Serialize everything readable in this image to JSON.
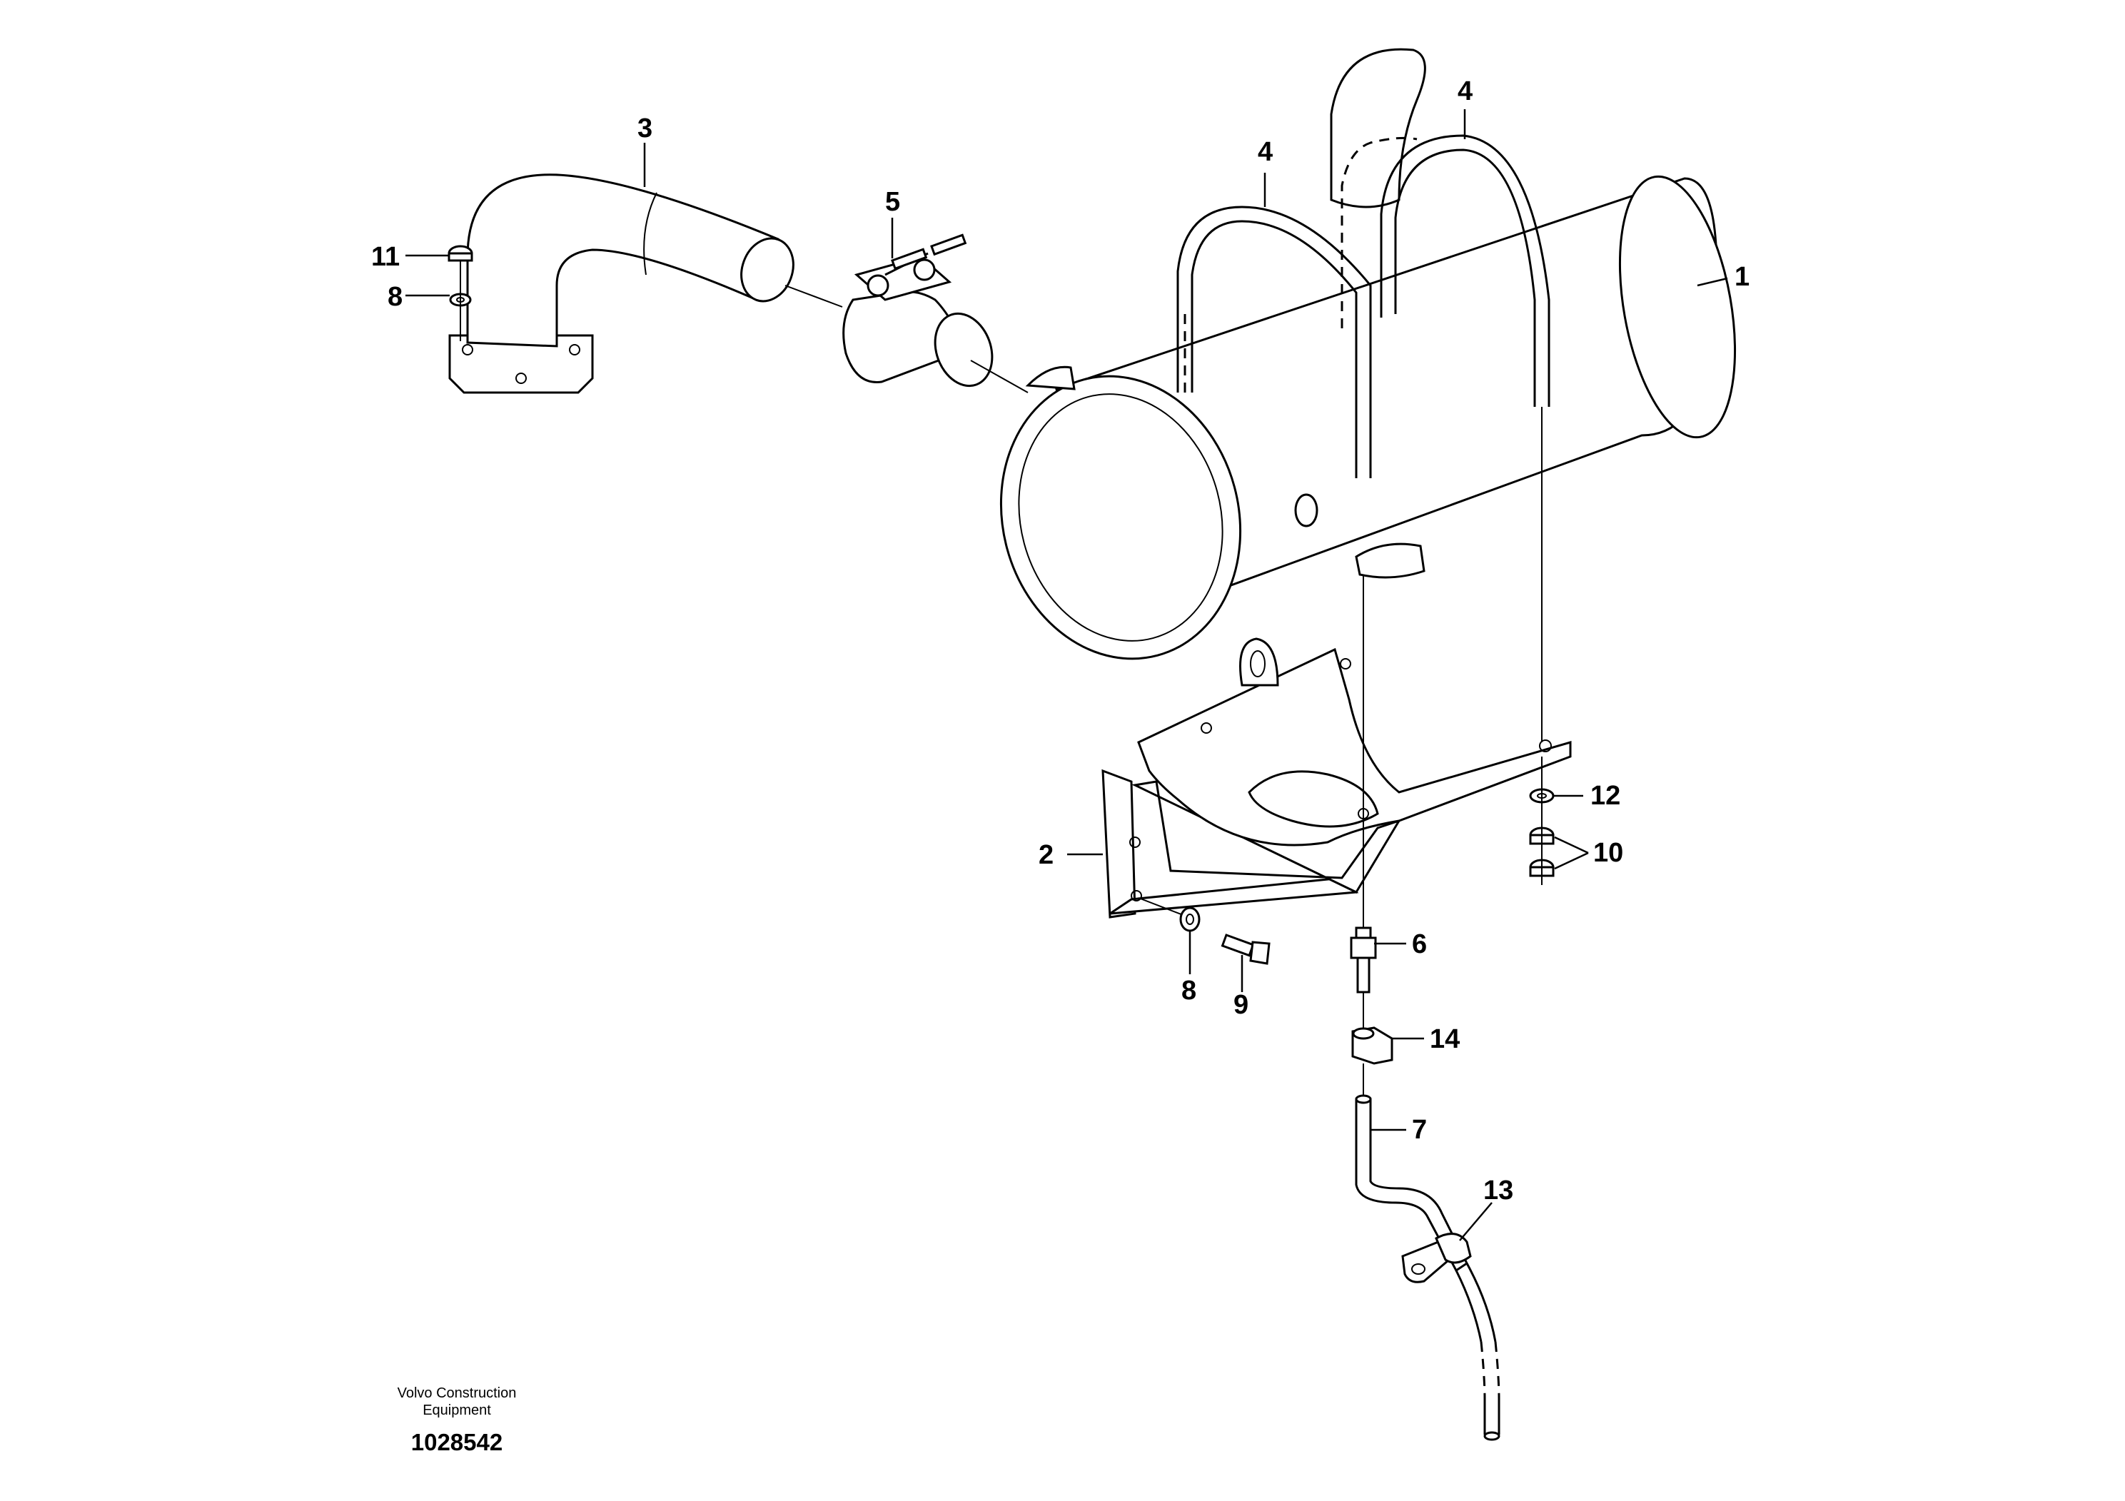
{
  "diagram": {
    "callouts": {
      "c1": "1",
      "c2": "2",
      "c3": "3",
      "c4a": "4",
      "c4b": "4",
      "c5": "5",
      "c6": "6",
      "c7": "7",
      "c8a": "8",
      "c8b": "8",
      "c9": "9",
      "c10": "10",
      "c11": "11",
      "c12": "12",
      "c13": "13",
      "c14": "14"
    }
  },
  "footer": {
    "brand_line1": "Volvo Construction",
    "brand_line2": "Equipment",
    "doc_number": "1028542"
  }
}
